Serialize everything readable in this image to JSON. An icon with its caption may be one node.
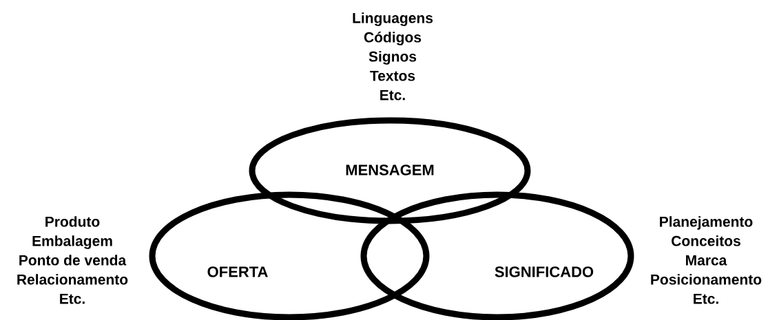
{
  "diagram": {
    "nodes": [
      {
        "text": [
          "MENSAGEM"
        ],
        "beside": [
          "Linguagens",
          "Códigos",
          "Signos",
          "Textos",
          "Etc."
        ]
      },
      {
        "text": [
          "OFERTA"
        ],
        "beside": [
          "Produto",
          "Embalagem",
          "Ponto de venda",
          "Relacionamento",
          "Etc."
        ]
      },
      {
        "text": [
          "SIGNIFICADO"
        ],
        "beside": [
          "Planejamento",
          "Conceitos",
          "Marca",
          "Posicionamento",
          "Etc."
        ]
      }
    ]
  }
}
